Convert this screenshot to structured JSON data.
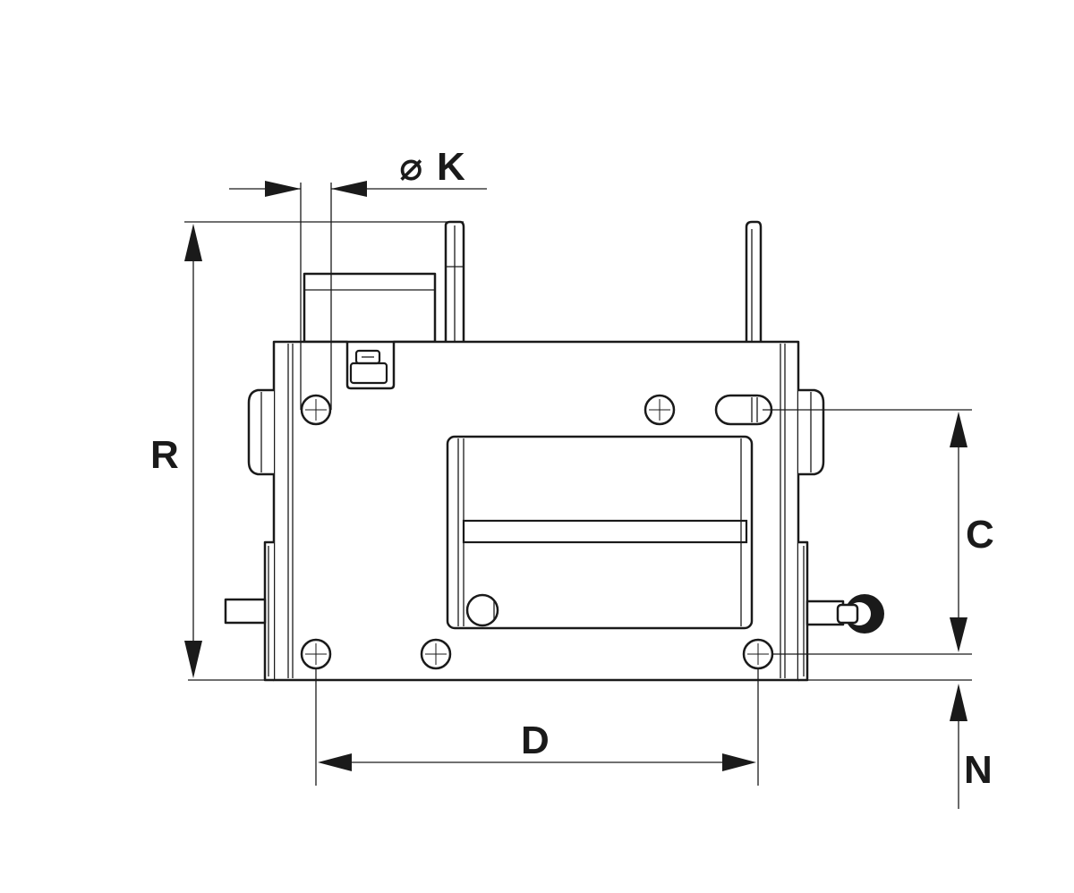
{
  "dimensions": {
    "K": {
      "symbol": "⌀",
      "letter": "K"
    },
    "R": {
      "letter": "R"
    },
    "C": {
      "letter": "C"
    },
    "D": {
      "letter": "D"
    },
    "N": {
      "letter": "N"
    }
  },
  "colors": {
    "line": "#1a1a1a",
    "background": "#ffffff"
  }
}
